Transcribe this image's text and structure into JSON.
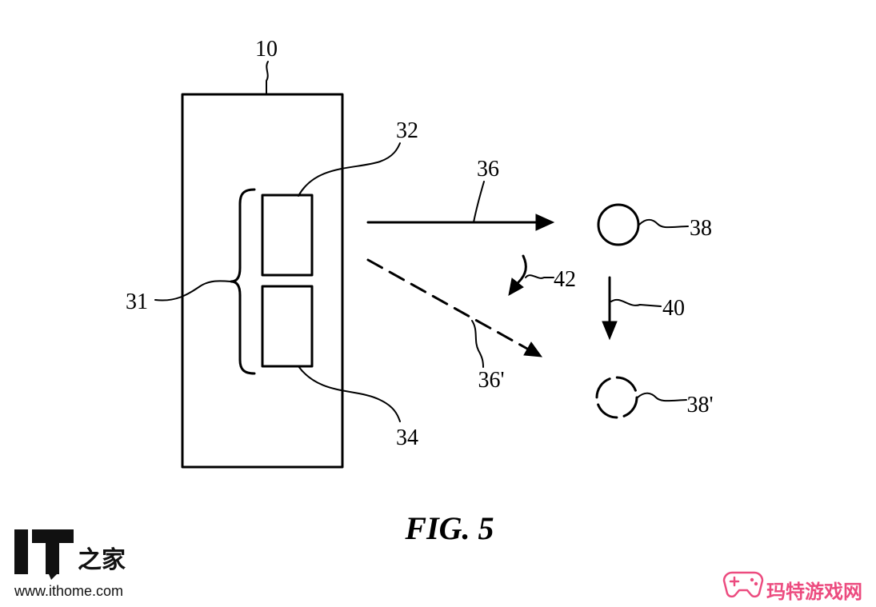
{
  "figure": {
    "caption": "FIG. 5",
    "labels": {
      "device": "10",
      "array": "31",
      "element_upper": "32",
      "element_lower": "34",
      "beam": "36",
      "beam_shifted": "36'",
      "target": "38",
      "target_shifted": "38'",
      "target_motion": "40",
      "beam_motion": "42"
    }
  },
  "logo": {
    "mark": "IT",
    "name": "之家",
    "url": "www.ithome.com"
  },
  "watermark": {
    "text": "玛特游戏网",
    "icon": "gamepad-icon",
    "color": "#ec4b7f"
  },
  "colors": {
    "ink": "#000000",
    "background": "#ffffff"
  }
}
